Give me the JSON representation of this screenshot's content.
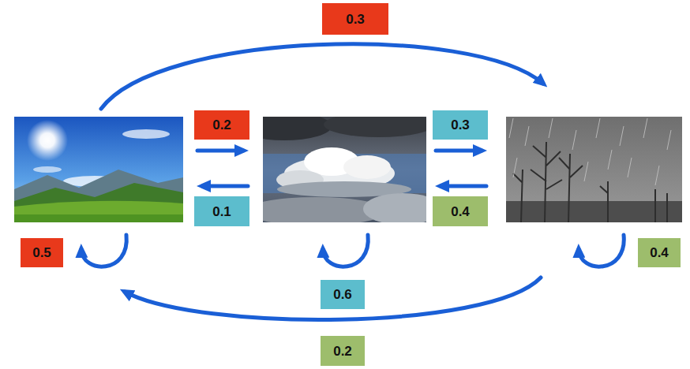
{
  "diagram": {
    "nodes": [
      {
        "text": [
          "0.3"
        ]
      },
      {
        "text": [
          "0.2"
        ]
      },
      {
        "text": [
          "0.3"
        ]
      },
      {
        "text": [
          "0.1"
        ]
      },
      {
        "text": [
          "0.4"
        ]
      },
      {
        "text": [
          "0.5"
        ]
      },
      {
        "text": [
          "0.4"
        ]
      },
      {
        "text": [
          "0.6"
        ]
      },
      {
        "text": [
          "0.2"
        ]
      }
    ]
  }
}
